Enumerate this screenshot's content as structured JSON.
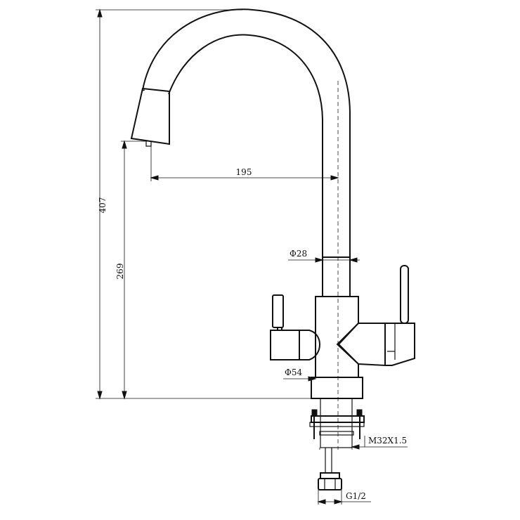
{
  "dimensions": {
    "overall_height": "407",
    "spout_height": "269",
    "spout_reach": "195",
    "spout_diameter": "Φ28",
    "body_diameter": "Φ54",
    "mount_thread": "M32X1.5",
    "connection_thread": "G1/2"
  },
  "colors": {
    "line": "#111111",
    "background": "#ffffff"
  }
}
